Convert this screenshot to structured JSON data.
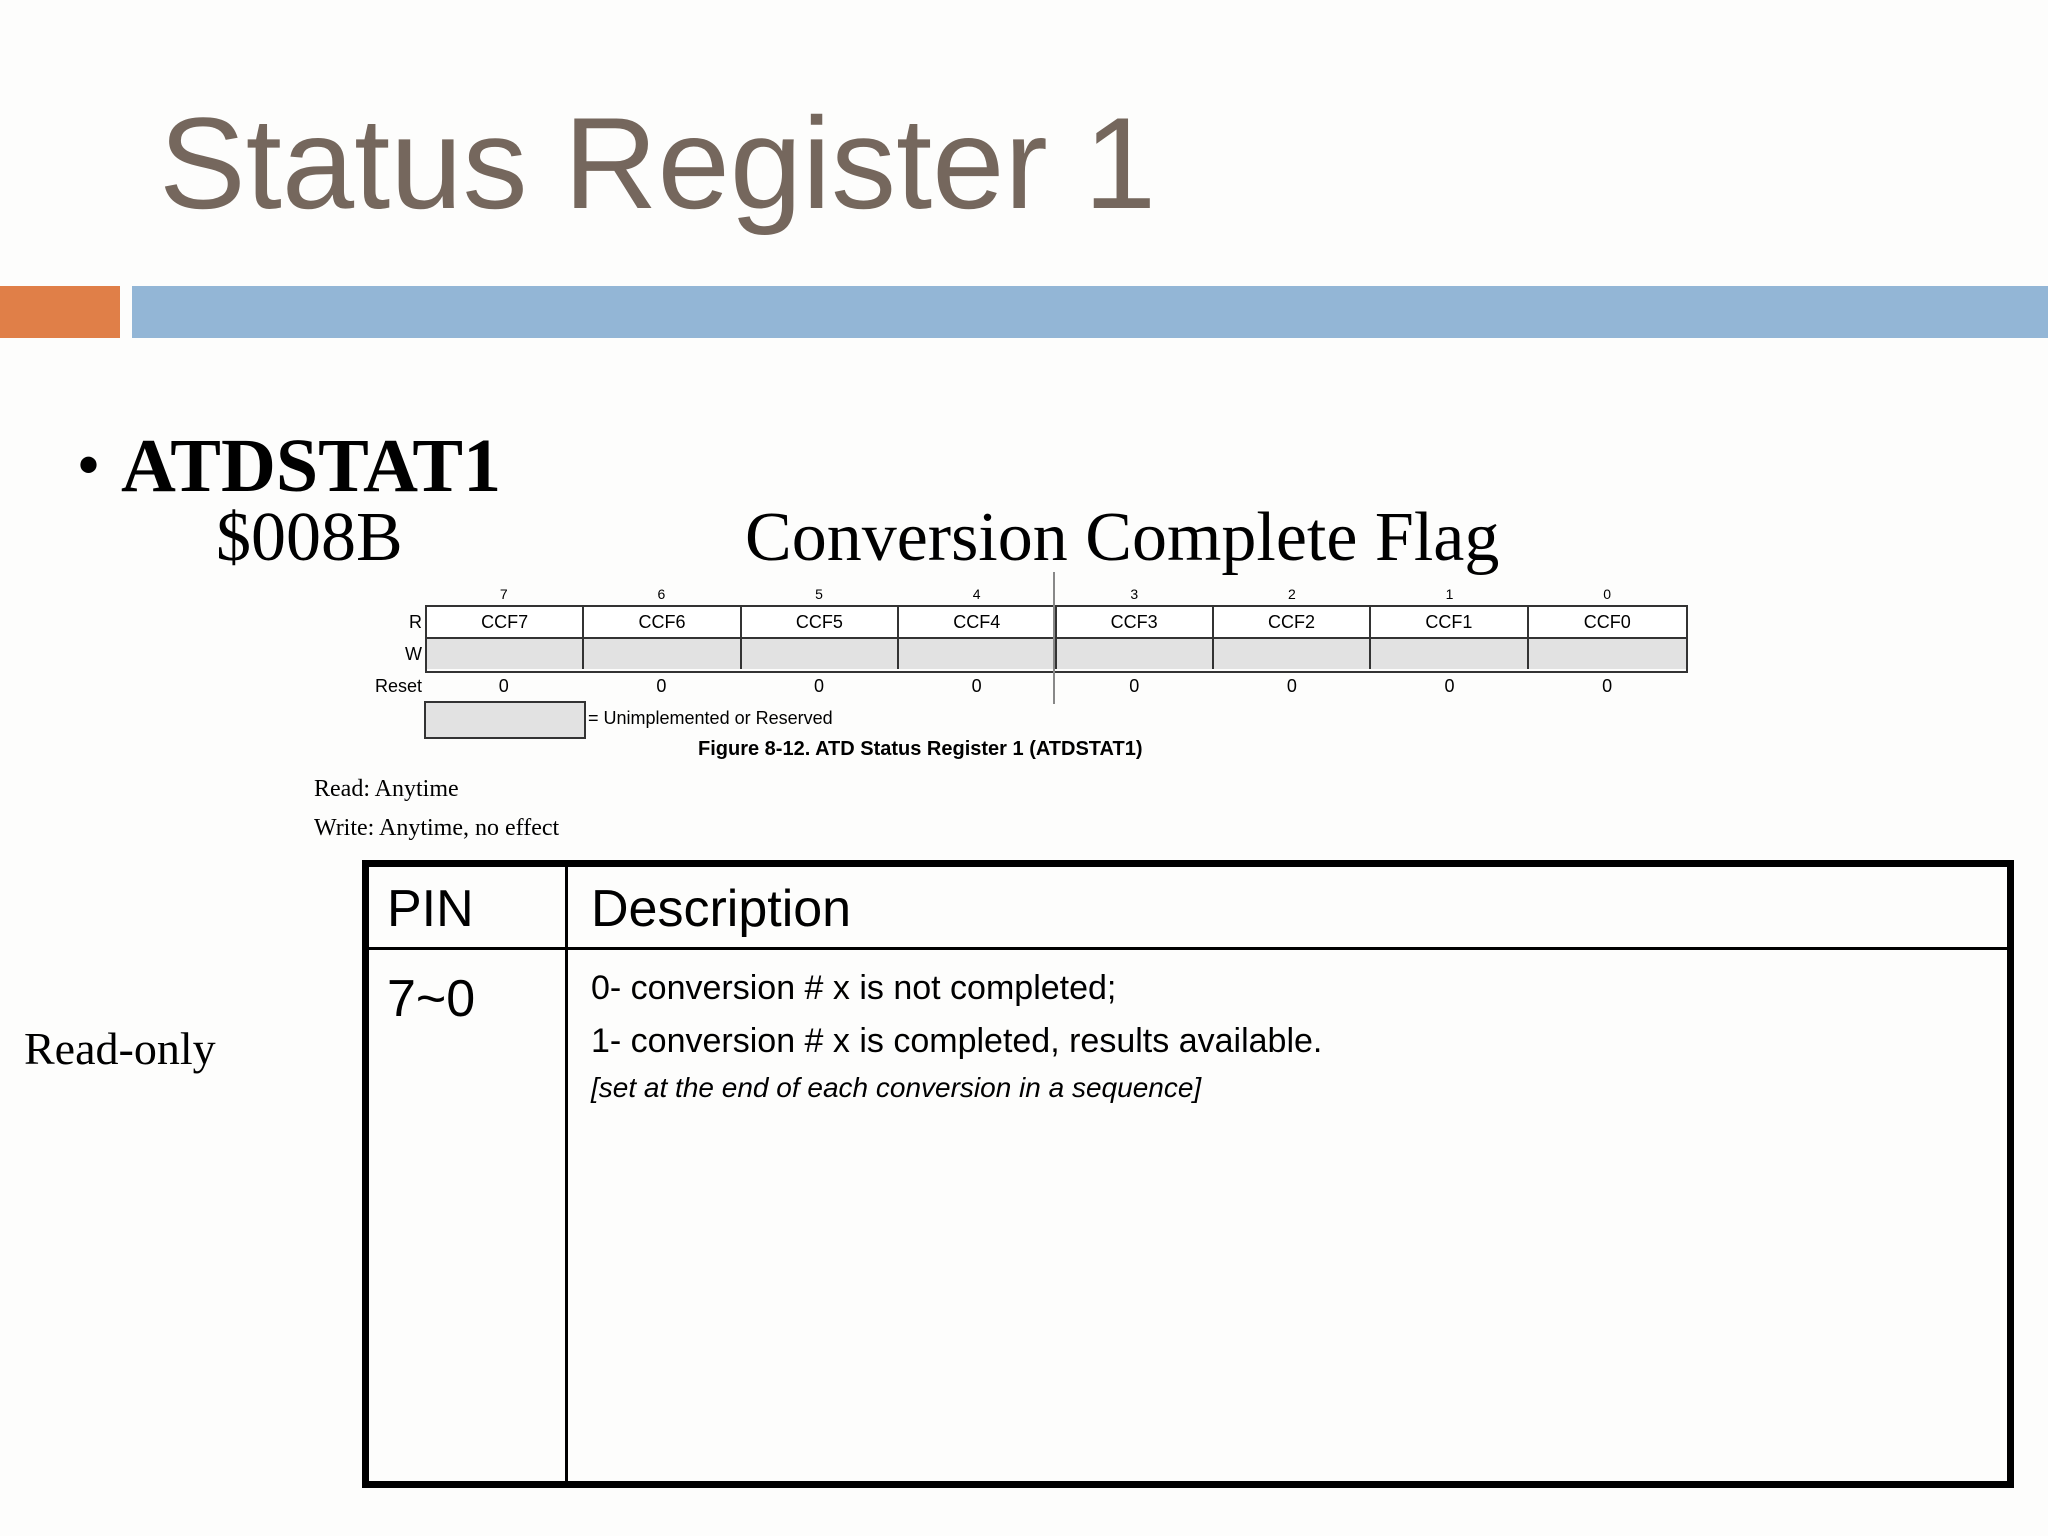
{
  "slide": {
    "title": "Status Register 1"
  },
  "content": {
    "bullet_glyph": "•",
    "register_name": "ATDSTAT1",
    "address": "$008B",
    "heading": "Conversion Complete Flag",
    "side_label": "Read-only",
    "read_note": "Read: Anytime",
    "write_note": "Write: Anytime, no effect"
  },
  "register_figure": {
    "bit_numbers": [
      "7",
      "6",
      "5",
      "4",
      "3",
      "2",
      "1",
      "0"
    ],
    "row_labels": {
      "read": "R",
      "write": "W",
      "reset": "Reset"
    },
    "bits": [
      "CCF7",
      "CCF6",
      "CCF5",
      "CCF4",
      "CCF3",
      "CCF2",
      "CCF1",
      "CCF0"
    ],
    "reset_values": [
      "0",
      "0",
      "0",
      "0",
      "0",
      "0",
      "0",
      "0"
    ],
    "legend": "= Unimplemented or Reserved",
    "caption": "Figure 8-12. ATD Status Register 1 (ATDSTAT1)"
  },
  "desc_table": {
    "header_pin": "PIN",
    "header_desc": "Description",
    "pin": "7~0",
    "line1": "0- conversion # x is not completed;",
    "line2": "1- conversion # x is completed, results available.",
    "line3": "[set at the end of each conversion in a sequence]"
  },
  "colors": {
    "title": "#75675d",
    "accent_bar": "#e07f48",
    "main_bar": "#93b6d6",
    "reserved_fill": "#e2e2e2"
  }
}
